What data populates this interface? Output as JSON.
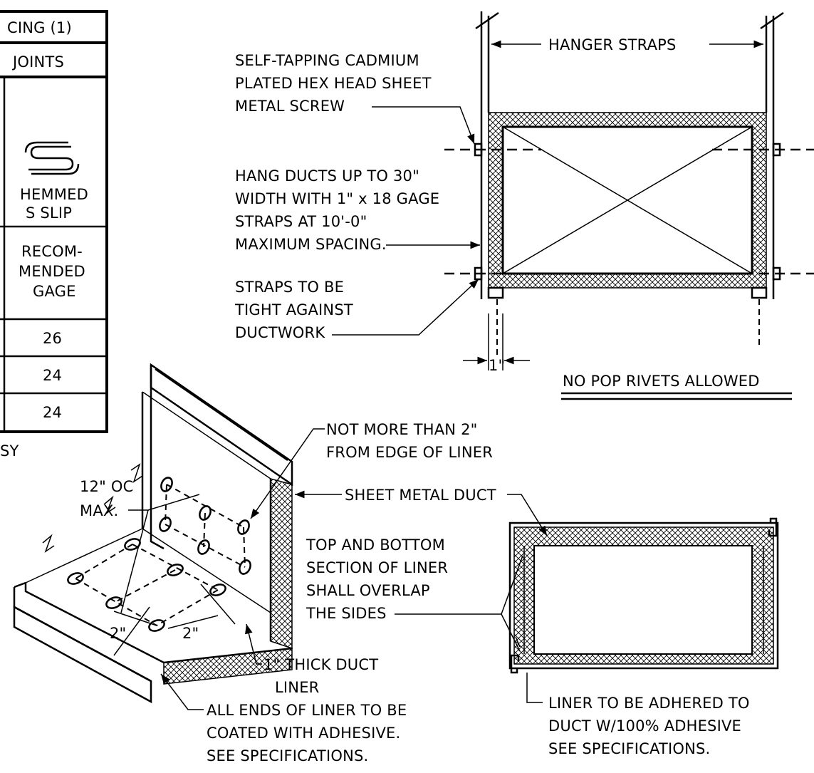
{
  "table": {
    "header_title": "CING (1)",
    "header_sub": "JOINTS",
    "col_name_1": "HEMMED",
    "col_name_2": "S SLIP",
    "gage_head_1": "RECOM-",
    "gage_head_2": "MENDED",
    "gage_head_3": "GAGE",
    "rows": [
      "26",
      "24",
      "24"
    ],
    "footnote_fragment": "SY"
  },
  "hanger": {
    "hanger_straps": "HANGER STRAPS",
    "screw_note": [
      "SELF-TAPPING CADMIUM",
      "PLATED HEX HEAD SHEET",
      "METAL SCREW"
    ],
    "hang_note": [
      "HANG DUCTS UP TO 30\"",
      "WIDTH WITH 1\" x 18 GAGE",
      "STRAPS AT 10'-0\"",
      "MAXIMUM SPACING."
    ],
    "strap_note": [
      "STRAPS TO BE",
      "TIGHT AGAINST",
      "DUCTWORK"
    ],
    "strap_width": "1\"",
    "no_rivets": "NO POP RIVETS ALLOWED"
  },
  "liner": {
    "edge_note": [
      "NOT MORE THAN 2\"",
      "FROM EDGE OF LINER"
    ],
    "oc_note": [
      "12\" OC",
      "MAX."
    ],
    "sheet_metal": "SHEET METAL DUCT",
    "overlap_note": [
      "TOP AND BOTTOM",
      "SECTION OF LINER",
      "SHALL OVERLAP",
      "THE SIDES"
    ],
    "dim_left": "2\"",
    "dim_right": "2\"",
    "thick_note": [
      "1\" THICK DUCT",
      "LINER"
    ],
    "ends_note": [
      "ALL ENDS OF LINER TO BE",
      "COATED WITH ADHESIVE.",
      "SEE SPECIFICATIONS."
    ],
    "adhere_note": [
      "LINER TO BE ADHERED  TO",
      "DUCT W/100% ADHESIVE",
      "SEE SPECIFICATIONS."
    ]
  }
}
